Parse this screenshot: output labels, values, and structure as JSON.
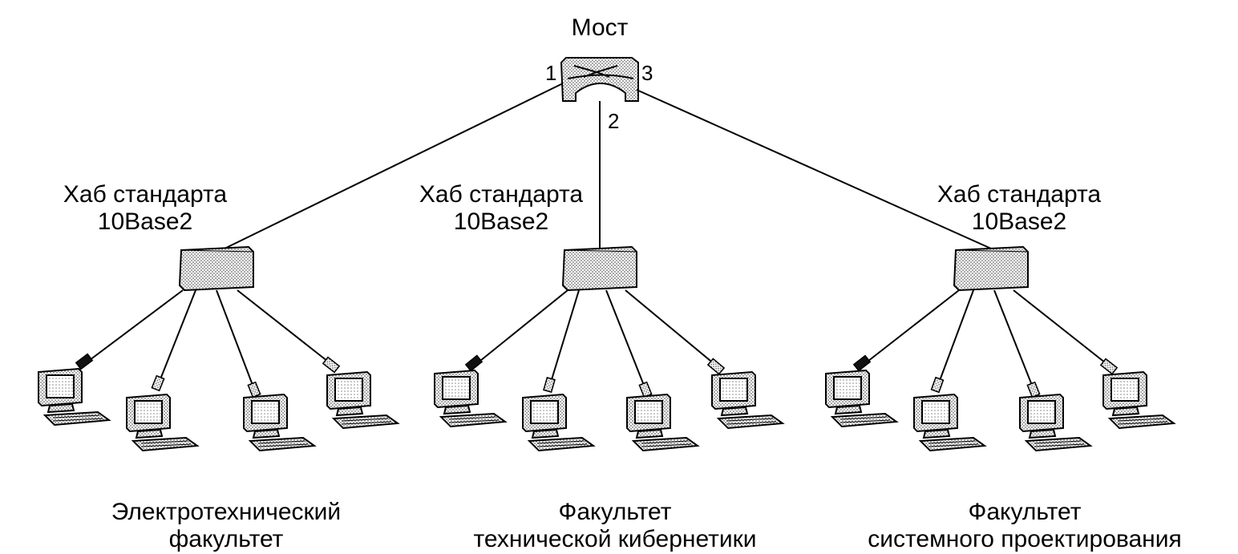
{
  "bridge": {
    "label": "Мост",
    "port_1": "1",
    "port_2": "2",
    "port_3": "3"
  },
  "hubs": [
    {
      "line1": "Хаб стандарта",
      "line2": "10Base2"
    },
    {
      "line1": "Хаб стандарта",
      "line2": "10Base2"
    },
    {
      "line1": "Хаб стандарта",
      "line2": "10Base2"
    }
  ],
  "departments": [
    {
      "line1": "Электротехнический",
      "line2": "факультет"
    },
    {
      "line1": "Факультет",
      "line2": "технической кибернетики"
    },
    {
      "line1": "Факультет",
      "line2": "системного проектирования"
    }
  ],
  "colors": {
    "ink": "#000000",
    "device_fill": "#d9d9d9",
    "screen_fill": "#bdbdbd"
  }
}
